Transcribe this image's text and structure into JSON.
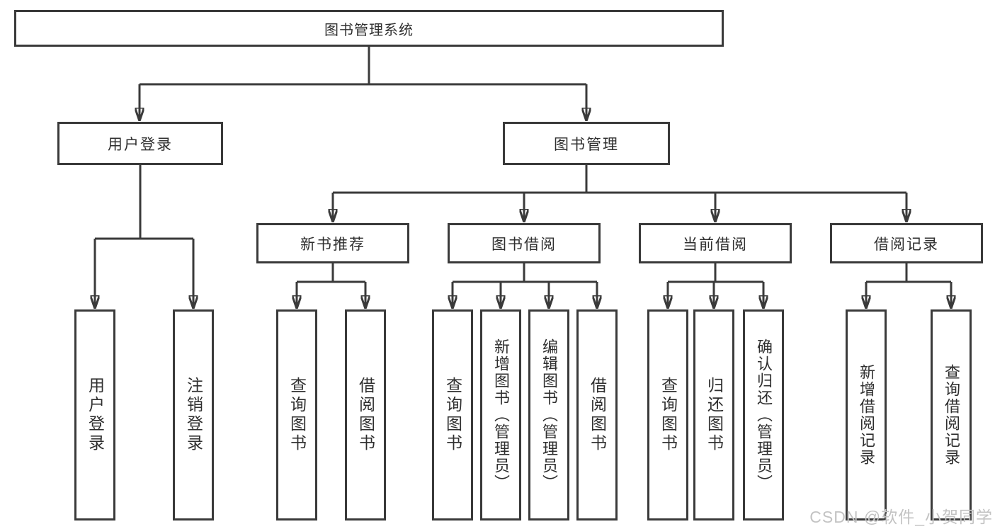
{
  "tree": {
    "root": {
      "label": "图书管理系统"
    },
    "branches": [
      {
        "label": "用户登录",
        "children": [
          {
            "label": "用户登录"
          },
          {
            "label": "注销登录"
          }
        ]
      },
      {
        "label": "图书管理",
        "sections": [
          {
            "label": "新书推荐",
            "children": [
              {
                "label": "查询图书"
              },
              {
                "label": "借阅图书"
              }
            ]
          },
          {
            "label": "图书借阅",
            "children": [
              {
                "label": "查询图书"
              },
              {
                "label": "新增图书（管理员）"
              },
              {
                "label": "编辑图书（管理员）"
              },
              {
                "label": "借阅图书"
              }
            ]
          },
          {
            "label": "当前借阅",
            "children": [
              {
                "label": "查询图书"
              },
              {
                "label": "归还图书"
              },
              {
                "label": "确认归还（管理员）"
              }
            ]
          },
          {
            "label": "借阅记录",
            "children": [
              {
                "label": "新增借阅记录"
              },
              {
                "label": "查询借阅记录"
              }
            ]
          }
        ]
      }
    ]
  },
  "watermark": "CSDN @软件_小贺同学",
  "colors": {
    "line": "#3a3a3a",
    "text": "#2f2f2f",
    "background": "#ffffff",
    "watermark": "#c3c3c3"
  }
}
